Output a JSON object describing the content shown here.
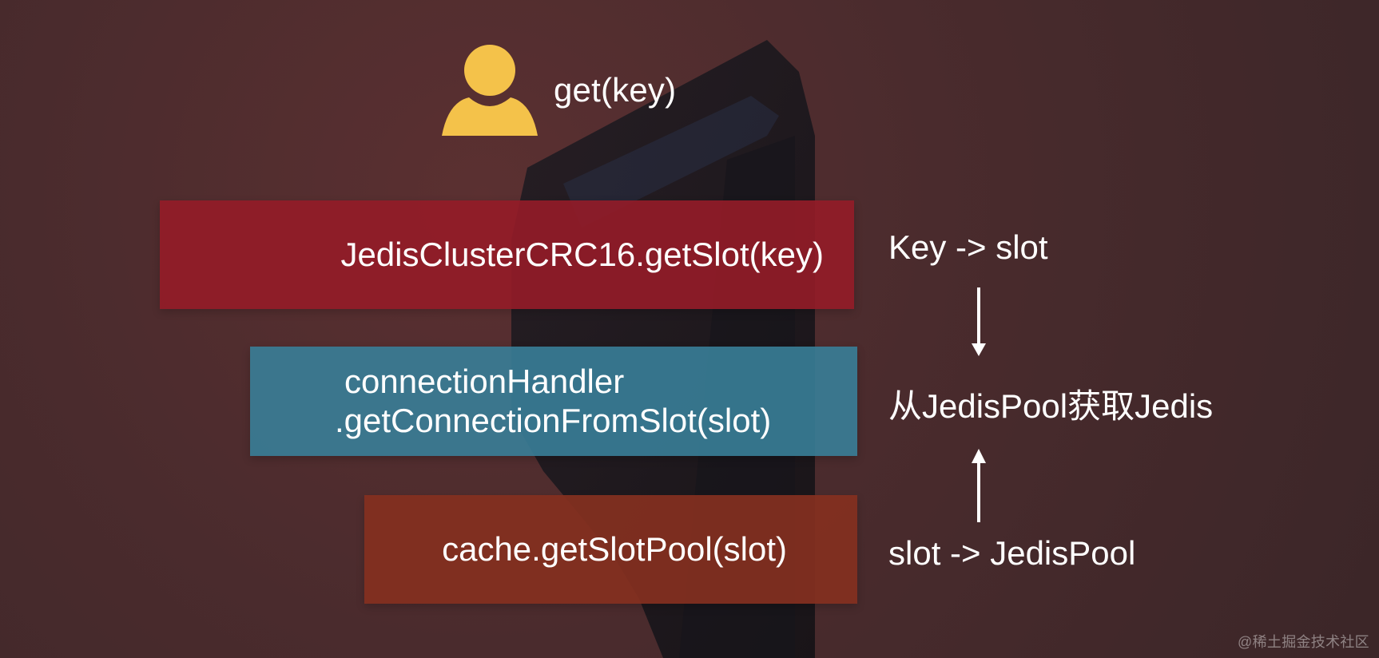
{
  "header": {
    "get_key": "get(key)"
  },
  "bars": {
    "red": "JedisClusterCRC16.getSlot(key)",
    "blue_line1": "connectionHandler",
    "blue_line2": ".getConnectionFromSlot(slot)",
    "orange": "cache.getSlotPool(slot)"
  },
  "right": {
    "key_to_slot": "Key -> slot",
    "from_pool": "从JedisPool获取Jedis",
    "slot_to_pool": "slot -> JedisPool"
  },
  "footer": {
    "watermark": "@稀土掘金技术社区"
  },
  "icons": {
    "user": "user-icon",
    "arrow_down": "arrow-down-icon",
    "arrow_up": "arrow-up-icon"
  },
  "colors": {
    "red_bar": "#951c28",
    "blue_bar": "#387e98",
    "orange_bar": "#84301f",
    "user_icon": "#f4c24a",
    "background": "#4a2b2d"
  }
}
